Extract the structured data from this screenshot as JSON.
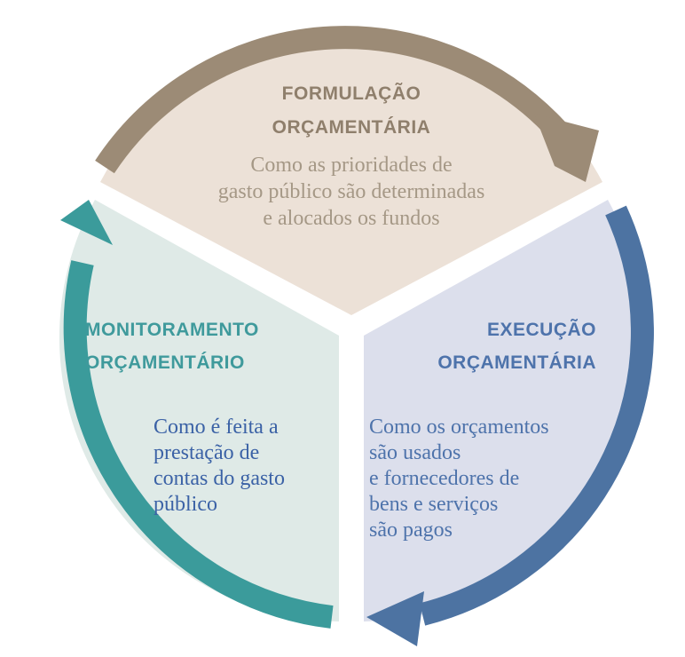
{
  "sections": {
    "formulation": {
      "title_line1": "FORMULAÇÃO",
      "title_line2": "ORÇAMENTÁRIA",
      "desc_line1": "Como as prioridades de",
      "desc_line2": "gasto público são determinadas",
      "desc_line3": "e alocados os fundos"
    },
    "execution": {
      "title_line1": "EXECUÇÃO",
      "title_line2": "ORÇAMENTÁRIA",
      "desc_line1": "Como os orçamentos",
      "desc_line2": "são usados",
      "desc_line3": "e fornecedores de",
      "desc_line4": "bens e serviços",
      "desc_line5": "são pagos"
    },
    "monitoring": {
      "title_line1": "MONITORAMENTO",
      "title_line2": "ORÇAMENTÁRIO",
      "desc_line1": "Como é feita a",
      "desc_line2": "prestação de",
      "desc_line3": "contas do gasto",
      "desc_line4": "público"
    }
  },
  "colors": {
    "formulation_fill": "#ece1d7",
    "formulation_arrow": "#9c8b76",
    "formulation_title": "#8f7f6c",
    "formulation_text": "#a59886",
    "execution_fill": "#dcdfec",
    "execution_arrow": "#4d73a2",
    "execution_text": "#4e73ab",
    "monitoring_fill": "#dfeae7",
    "monitoring_arrow": "#3b9b9b",
    "monitoring_title": "#3f9a9c",
    "monitoring_text": "#3b62a6"
  }
}
